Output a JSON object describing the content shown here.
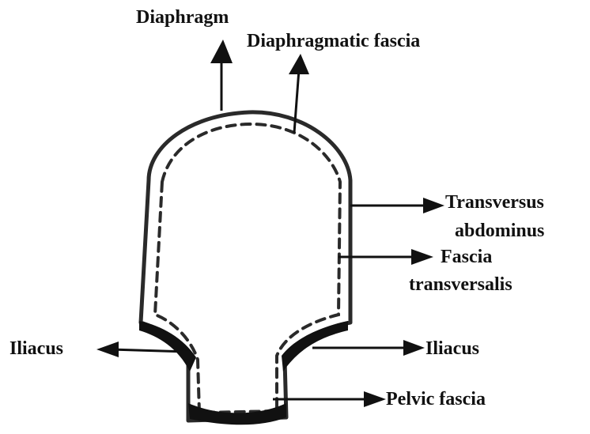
{
  "diagram": {
    "labels": {
      "diaphragm": "Diaphragm",
      "diaphragmatic_fascia": "Diaphragmatic fascia",
      "transversus_line1": "Transversus",
      "transversus_line2": "abdominus",
      "fascia_line1": "Fascia",
      "fascia_line2": "transversalis",
      "iliacus_left": "Iliacus",
      "iliacus_right": "Iliacus",
      "pelvic_fascia": "Pelvic fascia"
    },
    "colors": {
      "ink": "#111111",
      "outer_wall": "#2a2a2a",
      "background": "#ffffff"
    }
  }
}
